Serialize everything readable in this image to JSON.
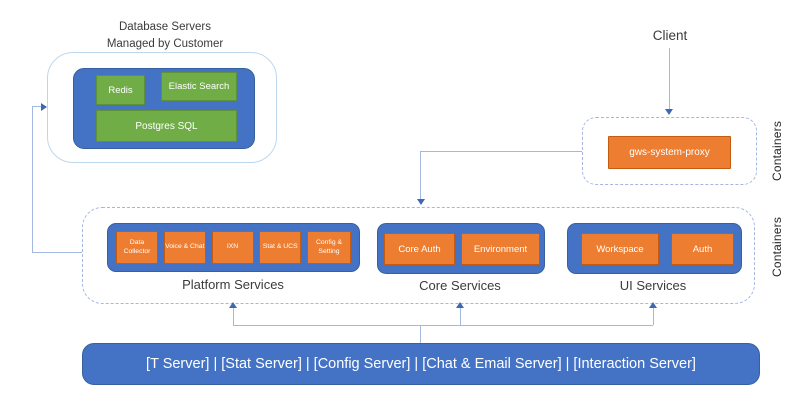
{
  "colors": {
    "node_blue": "#4472c4",
    "node_orange": "#ed7d31",
    "node_green": "#70ad47",
    "connector_line": "#a3b8e0",
    "arrowhead": "#3e68b1",
    "dashed_border": "#a3b8e0",
    "outer_box_border": "#bdd7ee",
    "text_dark": "#3b3b3b",
    "text_light": "#ffffff"
  },
  "db_cluster": {
    "title_line1": "Database Servers",
    "title_line2": "Managed by Customer",
    "nodes": {
      "redis": "Redis",
      "elastic": "Elastic Search",
      "postgres": "Postgres SQL"
    }
  },
  "client": {
    "label": "Client"
  },
  "proxy_container": {
    "side_label": "Containers",
    "proxy_label": "gws-system-proxy"
  },
  "services_container": {
    "side_label": "Containers",
    "groups": [
      {
        "label": "Platform Services",
        "items": [
          "Data Collector",
          "Voice & Chat",
          "IXN",
          "Stat & UCS",
          "Config & Setting"
        ]
      },
      {
        "label": "Core Services",
        "items": [
          "Core Auth",
          "Environment"
        ]
      },
      {
        "label": "UI Services",
        "items": [
          "Workspace",
          "Auth"
        ]
      }
    ]
  },
  "backend_bar": {
    "label": "[T Server]  |  [Stat Server]  |  [Config Server]  |  [Chat & Email Server]  |  [Interaction Server]"
  }
}
